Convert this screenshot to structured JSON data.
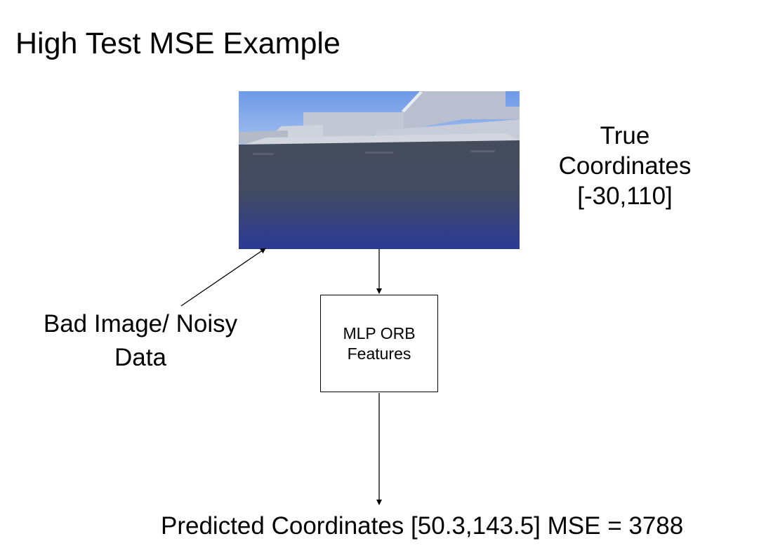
{
  "title": "High Test MSE Example",
  "true_coordinates": {
    "line1": "True",
    "line2": "Coordinates",
    "line3": "[-30,110]"
  },
  "bad_image_label": {
    "line1": "Bad Image/ Noisy",
    "line2": "Data"
  },
  "model_box": {
    "line1": "MLP ORB",
    "line2": "Features"
  },
  "prediction": "Predicted Coordinates [50.3,143.5] MSE = 3788",
  "colors": {
    "sky_top": "#6a96e6",
    "cloud": "#c4c8d6",
    "ground": "#454c5c",
    "ground_bottom": "#2b3a96",
    "line": "#000000"
  }
}
